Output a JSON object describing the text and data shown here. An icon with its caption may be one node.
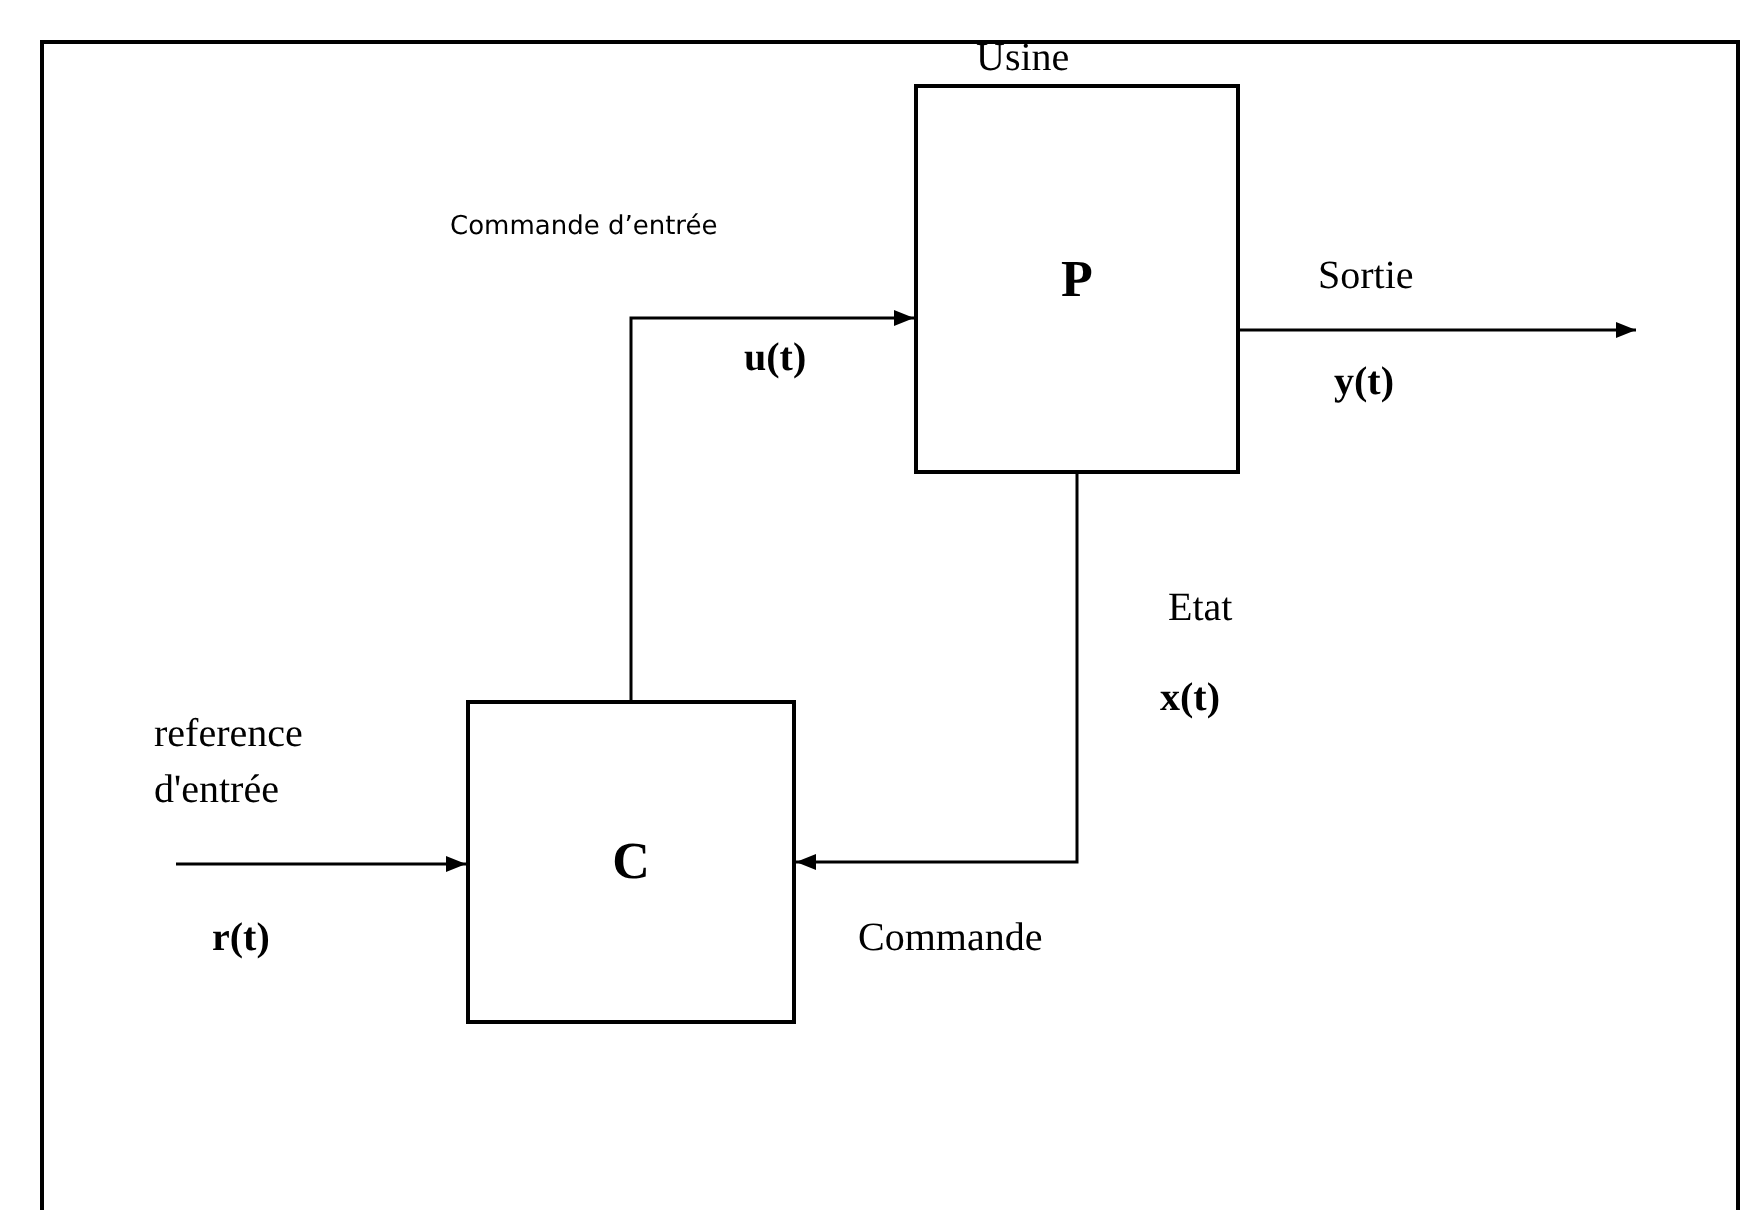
{
  "diagram": {
    "nodes": [
      {
        "text": [
          "P"
        ],
        "beside": [
          "Usine"
        ]
      },
      {
        "text": [
          "C"
        ]
      }
    ],
    "edges": [
      {
        "from": 1,
        "to": 0,
        "arrow": "to"
      },
      {
        "from": 0,
        "to": null,
        "arrow": "to"
      },
      {
        "from": 0,
        "to": 1,
        "arrow": "to"
      },
      {
        "from": null,
        "to": 1,
        "arrow": "to"
      }
    ],
    "labels": [
      "Commande d’entrée",
      "u(t)",
      "Sortie",
      "y(t)",
      "Etat",
      "x(t)",
      "reference d'entrée",
      "r(t)",
      "Commande"
    ]
  }
}
